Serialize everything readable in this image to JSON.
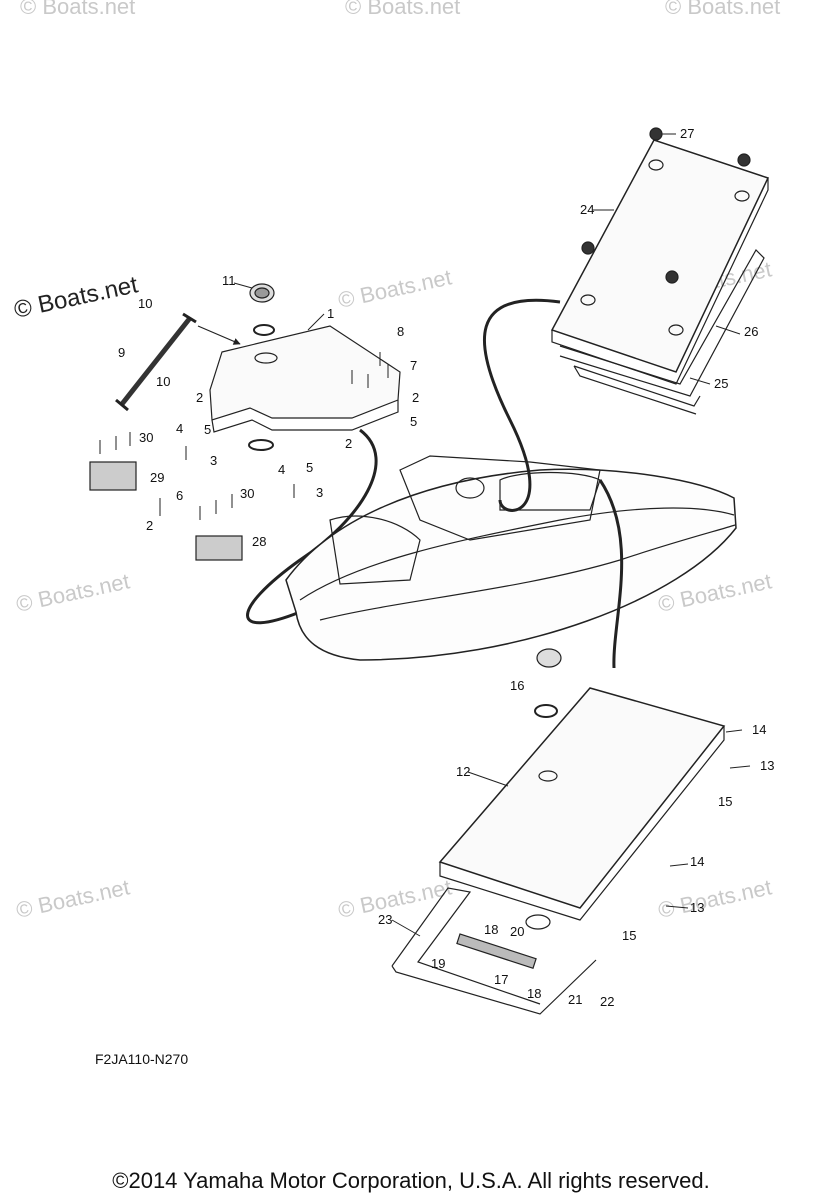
{
  "watermark": {
    "strong_text": "© Boats.net",
    "faint_text": "© Boats.net"
  },
  "callouts": [
    "1",
    "2",
    "3",
    "4",
    "5",
    "6",
    "7",
    "8",
    "9",
    "10",
    "11",
    "12",
    "13",
    "14",
    "15",
    "16",
    "17",
    "18",
    "19",
    "20",
    "21",
    "22",
    "23",
    "24",
    "25",
    "26",
    "27",
    "28",
    "29",
    "30"
  ],
  "diagram_code": "F2JA110-N270",
  "copyright": "©2014 Yamaha Motor Corporation, U.S.A. All rights reserved."
}
